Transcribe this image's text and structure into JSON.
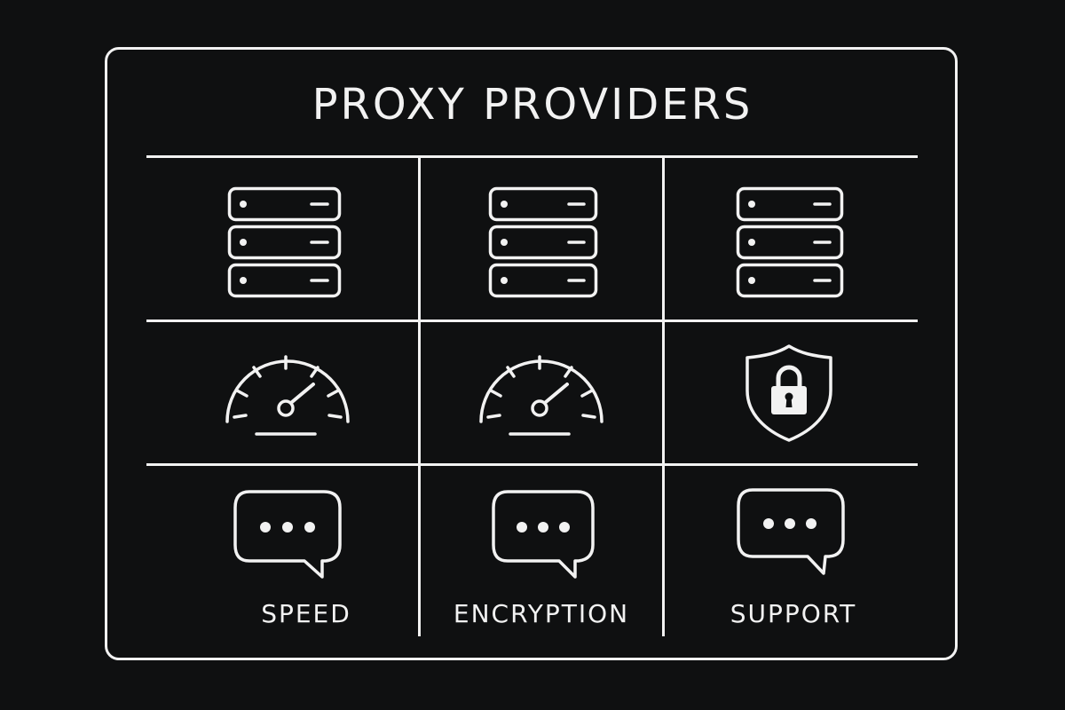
{
  "title": "PROXY PROVIDERS",
  "columns": [
    {
      "label": "SPEED",
      "row1_icon": "server-icon",
      "row2_icon": "speedometer-icon",
      "row3_icon": "chat-bubble-icon"
    },
    {
      "label": "ENCRYPTION",
      "row1_icon": "server-icon",
      "row2_icon": "speedometer-icon",
      "row3_icon": "chat-bubble-icon"
    },
    {
      "label": "SUPPORT",
      "row1_icon": "server-icon",
      "row2_icon": "shield-lock-icon",
      "row3_icon": "chat-bubble-icon"
    }
  ],
  "colors": {
    "background": "#0f1011",
    "foreground": "#f2f2f2"
  }
}
